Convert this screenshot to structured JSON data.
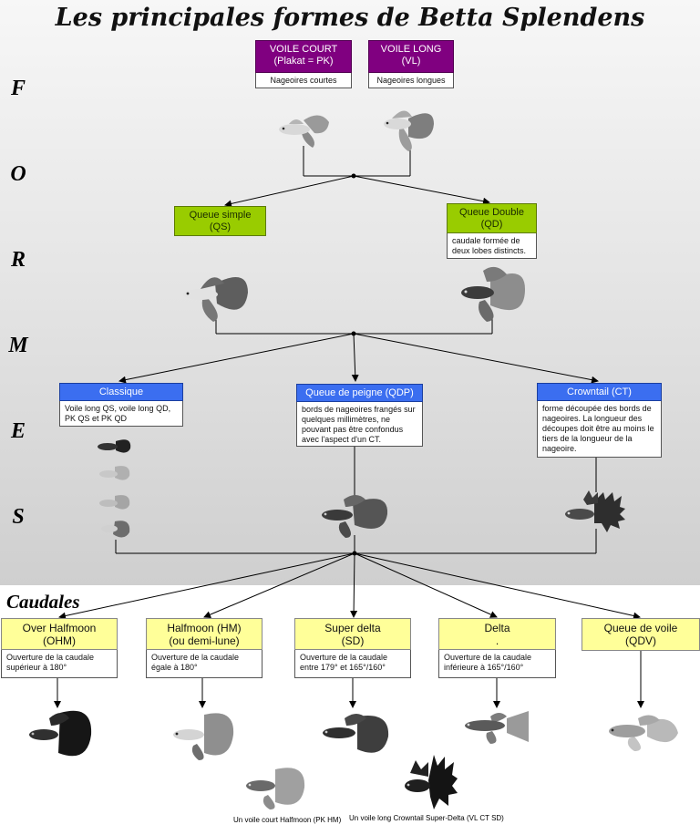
{
  "title": "Les principales formes de Betta Splendens",
  "side_letters": [
    "F",
    "O",
    "R",
    "M",
    "E",
    "S"
  ],
  "caudales_label": "Caudales",
  "forms": {
    "voile_court": {
      "title": "VOILE COURT\n(Plakat  = PK)",
      "desc": "Nageoires courtes"
    },
    "voile_long": {
      "title": "VOILE LONG\n(VL)",
      "desc": "Nageoires longues"
    }
  },
  "tails": {
    "simple": {
      "title": "Queue simple\n(QS)"
    },
    "double": {
      "title": "Queue Double\n(QD)",
      "desc": "caudale formée de deux lobes distincts."
    }
  },
  "fins": {
    "classique": {
      "title": "Classique",
      "desc": "Voile long QS, voile long QD, PK QS et PK QD"
    },
    "peigne": {
      "title": "Queue de peigne (QDP)",
      "desc": "bords de nageoires frangés sur quelques millimètres, ne pouvant pas être confondus avec l'aspect d'un CT."
    },
    "crowntail": {
      "title": "Crowntail (CT)",
      "desc": "forme découpée des bords de nageoires. La longueur des découpes doit être au moins le tiers de la longueur de la nageoire."
    }
  },
  "caudales": [
    {
      "title": "Over Halfmoon\n(OHM)",
      "desc": "Ouverture de la caudale supérieur à 180°"
    },
    {
      "title": "Halfmoon (HM)\n(ou demi-lune)",
      "desc": "Ouverture de la caudale égale à 180°"
    },
    {
      "title": "Super delta\n(SD)",
      "desc": "Ouverture de la caudale entre 179° et 165°/160°"
    },
    {
      "title": "Delta\n.",
      "desc": "Ouverture de la caudale inférieure à 165°/160°"
    },
    {
      "title": "Queue de voile\n(QDV)"
    }
  ],
  "captions": {
    "pk_hm": "Un voile court Halfmoon (PK HM)",
    "vl_ct_sd": "Un voile long Crowntail Super-Delta (VL CT SD)"
  }
}
